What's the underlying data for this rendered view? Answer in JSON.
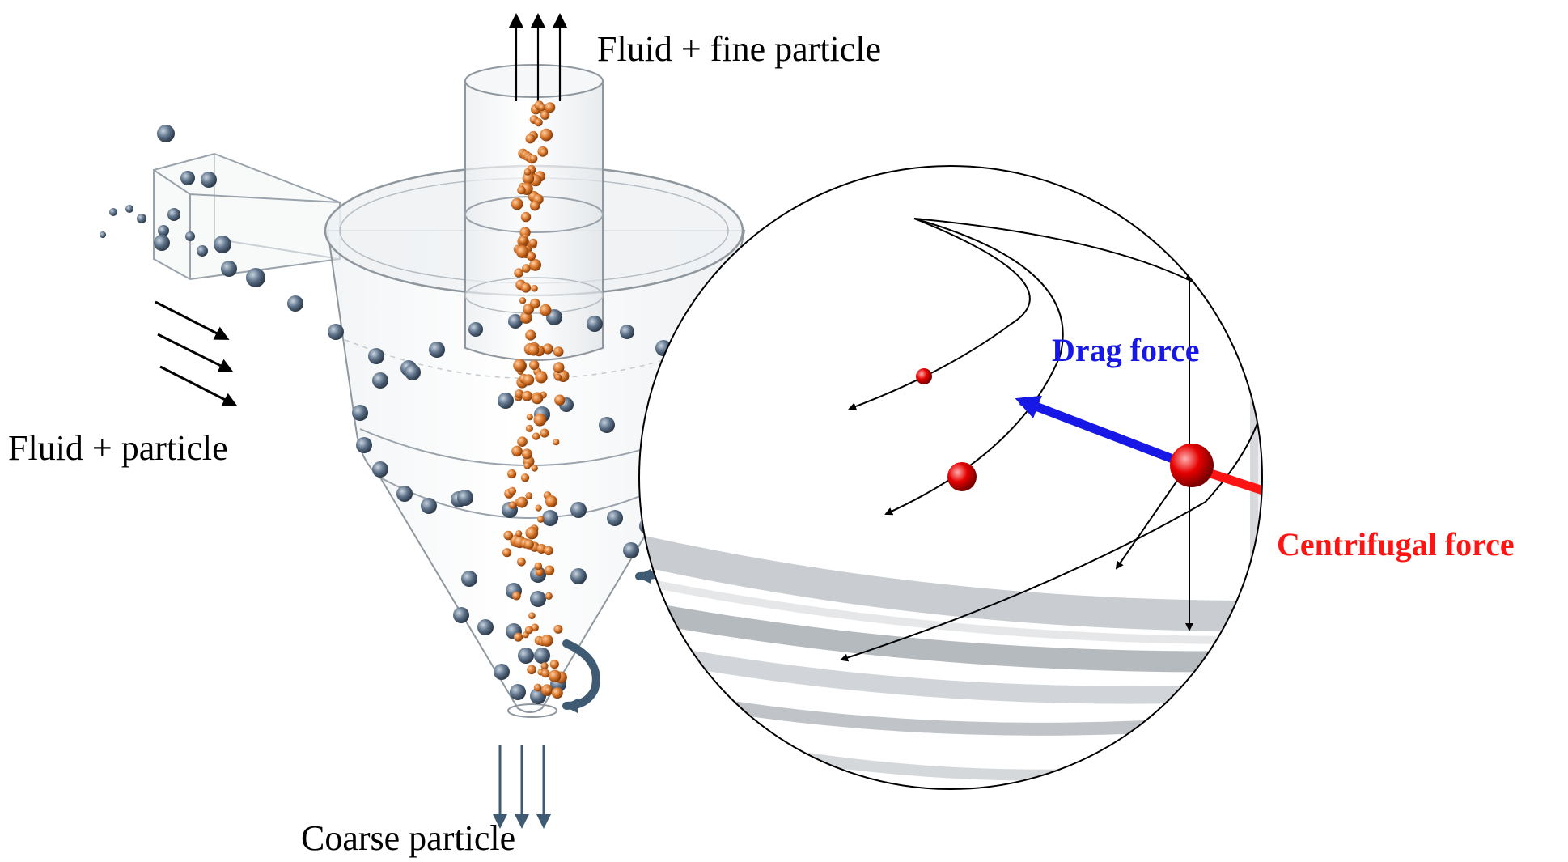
{
  "labels": {
    "outlet_top": "Fluid + fine particle",
    "inlet": "Fluid + particle",
    "outlet_bottom": "Coarse particle",
    "drag_force": "Drag force",
    "centrifugal_force": "Centrifugal force"
  },
  "colors": {
    "coarse_particle": "#5c7087",
    "fine_particle": "#d9782d",
    "swirl_arrow": "#3f5a73",
    "drag_force": "#1818e6",
    "centrifugal_force": "#ff1414",
    "detail_particle": "#e60000"
  }
}
